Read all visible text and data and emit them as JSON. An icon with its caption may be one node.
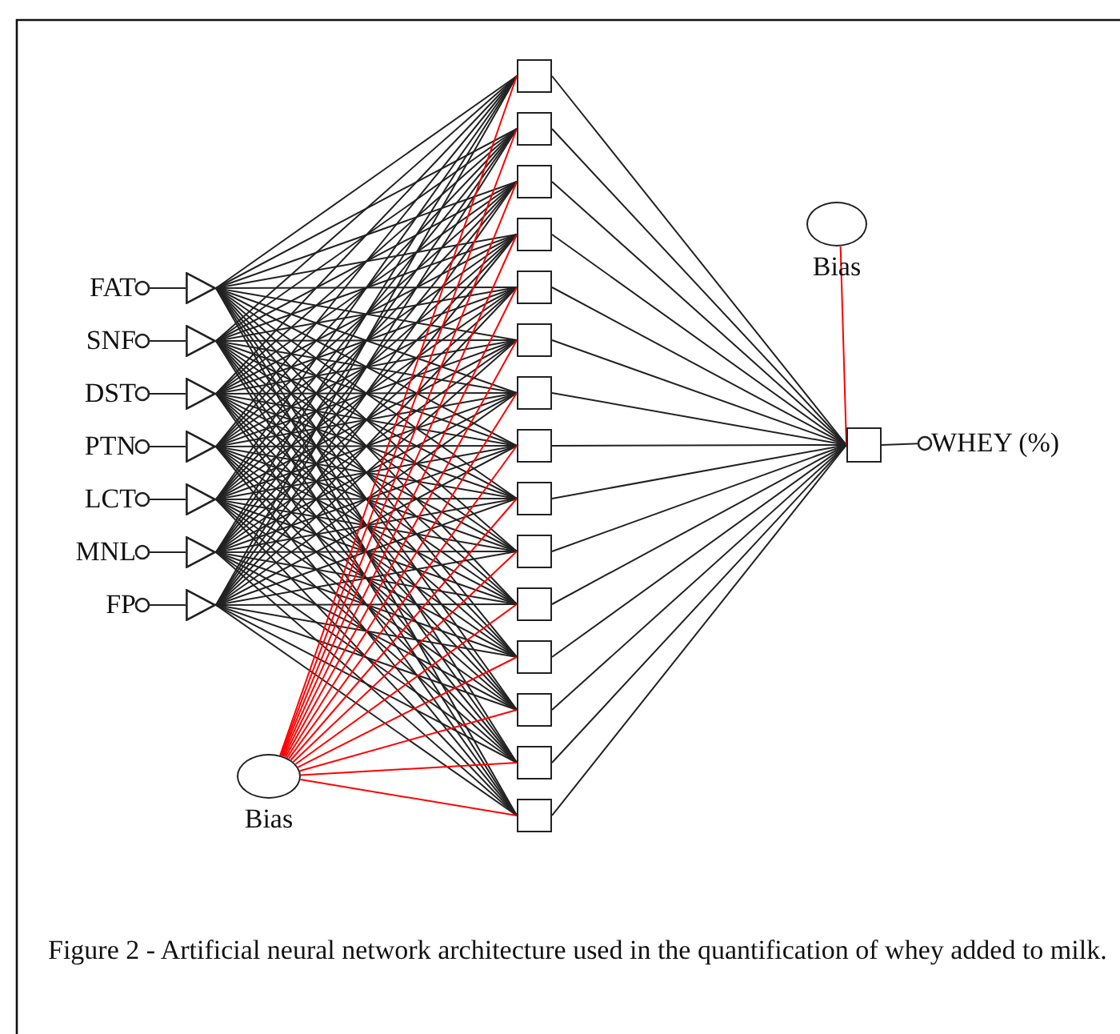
{
  "diagram": {
    "caption": "Figure 2 - Artificial neural network architecture used in the quantification of whey added to milk.",
    "nodes": [
      {
        "text": [
          "FAT"
        ]
      },
      {
        "text": [
          "SNF"
        ]
      },
      {
        "text": [
          "DST"
        ]
      },
      {
        "text": [
          "PTN"
        ]
      },
      {
        "text": [
          "LCT"
        ]
      },
      {
        "text": [
          "MNL"
        ]
      },
      {
        "text": [
          "FP"
        ]
      },
      {
        "text": [],
        "shape": "triangle"
      },
      {
        "text": [],
        "shape": "triangle"
      },
      {
        "text": [],
        "shape": "triangle"
      },
      {
        "text": [],
        "shape": "triangle"
      },
      {
        "text": [],
        "shape": "triangle"
      },
      {
        "text": [],
        "shape": "triangle"
      },
      {
        "text": [],
        "shape": "triangle"
      },
      {
        "text": [],
        "shape": "box"
      },
      {
        "text": [],
        "shape": "box"
      },
      {
        "text": [],
        "shape": "box"
      },
      {
        "text": [],
        "shape": "box"
      },
      {
        "text": [],
        "shape": "box"
      },
      {
        "text": [],
        "shape": "box"
      },
      {
        "text": [],
        "shape": "box"
      },
      {
        "text": [],
        "shape": "box"
      },
      {
        "text": [],
        "shape": "box"
      },
      {
        "text": [],
        "shape": "box"
      },
      {
        "text": [],
        "shape": "box"
      },
      {
        "text": [],
        "shape": "box"
      },
      {
        "text": [],
        "shape": "box"
      },
      {
        "text": [],
        "shape": "box"
      },
      {
        "text": [],
        "shape": "box"
      },
      {
        "text": [],
        "shape": "box"
      },
      {
        "text": [
          "WHEY (%)"
        ]
      },
      {
        "text": [],
        "shape": "circle",
        "beside": [
          "Bias"
        ]
      },
      {
        "text": [],
        "shape": "circle",
        "beside": [
          "Bias"
        ]
      }
    ],
    "edges": [
      {
        "from": 0,
        "to": 7,
        "arrow": "other"
      },
      {
        "from": 1,
        "to": 8,
        "arrow": "other"
      },
      {
        "from": 2,
        "to": 9,
        "arrow": "other"
      },
      {
        "from": 3,
        "to": 10,
        "arrow": "other"
      },
      {
        "from": 4,
        "to": 11,
        "arrow": "other"
      },
      {
        "from": 5,
        "to": 12,
        "arrow": "other"
      },
      {
        "from": 6,
        "to": 13,
        "arrow": "other"
      },
      {
        "from": 7,
        "to": 14,
        "arrow": "none"
      },
      {
        "from": 7,
        "to": 15,
        "arrow": "none"
      },
      {
        "from": 7,
        "to": 16,
        "arrow": "none"
      },
      {
        "from": 7,
        "to": 17,
        "arrow": "none"
      },
      {
        "from": 7,
        "to": 18,
        "arrow": "none"
      },
      {
        "from": 7,
        "to": 19,
        "arrow": "none"
      },
      {
        "from": 7,
        "to": 20,
        "arrow": "none"
      },
      {
        "from": 7,
        "to": 21,
        "arrow": "none"
      },
      {
        "from": 7,
        "to": 22,
        "arrow": "none"
      },
      {
        "from": 7,
        "to": 23,
        "arrow": "none"
      },
      {
        "from": 7,
        "to": 24,
        "arrow": "none"
      },
      {
        "from": 7,
        "to": 25,
        "arrow": "none"
      },
      {
        "from": 7,
        "to": 26,
        "arrow": "none"
      },
      {
        "from": 7,
        "to": 27,
        "arrow": "none"
      },
      {
        "from": 7,
        "to": 28,
        "arrow": "none"
      },
      {
        "from": 8,
        "to": 14,
        "arrow": "none"
      },
      {
        "from": 8,
        "to": 15,
        "arrow": "none"
      },
      {
        "from": 8,
        "to": 16,
        "arrow": "none"
      },
      {
        "from": 8,
        "to": 17,
        "arrow": "none"
      },
      {
        "from": 8,
        "to": 18,
        "arrow": "none"
      },
      {
        "from": 8,
        "to": 19,
        "arrow": "none"
      },
      {
        "from": 8,
        "to": 20,
        "arrow": "none"
      },
      {
        "from": 8,
        "to": 21,
        "arrow": "none"
      },
      {
        "from": 8,
        "to": 22,
        "arrow": "none"
      },
      {
        "from": 8,
        "to": 23,
        "arrow": "none"
      },
      {
        "from": 8,
        "to": 24,
        "arrow": "none"
      },
      {
        "from": 8,
        "to": 25,
        "arrow": "none"
      },
      {
        "from": 8,
        "to": 26,
        "arrow": "none"
      },
      {
        "from": 8,
        "to": 27,
        "arrow": "none"
      },
      {
        "from": 8,
        "to": 28,
        "arrow": "none"
      },
      {
        "from": 9,
        "to": 14,
        "arrow": "none"
      },
      {
        "from": 9,
        "to": 15,
        "arrow": "none"
      },
      {
        "from": 9,
        "to": 16,
        "arrow": "none"
      },
      {
        "from": 9,
        "to": 17,
        "arrow": "none"
      },
      {
        "from": 9,
        "to": 18,
        "arrow": "none"
      },
      {
        "from": 9,
        "to": 19,
        "arrow": "none"
      },
      {
        "from": 9,
        "to": 20,
        "arrow": "none"
      },
      {
        "from": 9,
        "to": 21,
        "arrow": "none"
      },
      {
        "from": 9,
        "to": 22,
        "arrow": "none"
      },
      {
        "from": 9,
        "to": 23,
        "arrow": "none"
      },
      {
        "from": 9,
        "to": 24,
        "arrow": "none"
      },
      {
        "from": 9,
        "to": 25,
        "arrow": "none"
      },
      {
        "from": 9,
        "to": 26,
        "arrow": "none"
      },
      {
        "from": 9,
        "to": 27,
        "arrow": "none"
      },
      {
        "from": 9,
        "to": 28,
        "arrow": "none"
      },
      {
        "from": 10,
        "to": 14,
        "arrow": "none"
      },
      {
        "from": 10,
        "to": 15,
        "arrow": "none"
      },
      {
        "from": 10,
        "to": 16,
        "arrow": "none"
      },
      {
        "from": 10,
        "to": 17,
        "arrow": "none"
      },
      {
        "from": 10,
        "to": 18,
        "arrow": "none"
      },
      {
        "from": 10,
        "to": 19,
        "arrow": "none"
      },
      {
        "from": 10,
        "to": 20,
        "arrow": "none"
      },
      {
        "from": 10,
        "to": 21,
        "arrow": "none"
      },
      {
        "from": 10,
        "to": 22,
        "arrow": "none"
      },
      {
        "from": 10,
        "to": 23,
        "arrow": "none"
      },
      {
        "from": 10,
        "to": 24,
        "arrow": "none"
      },
      {
        "from": 10,
        "to": 25,
        "arrow": "none"
      },
      {
        "from": 10,
        "to": 26,
        "arrow": "none"
      },
      {
        "from": 10,
        "to": 27,
        "arrow": "none"
      },
      {
        "from": 10,
        "to": 28,
        "arrow": "none"
      },
      {
        "from": 11,
        "to": 14,
        "arrow": "none"
      },
      {
        "from": 11,
        "to": 15,
        "arrow": "none"
      },
      {
        "from": 11,
        "to": 16,
        "arrow": "none"
      },
      {
        "from": 11,
        "to": 17,
        "arrow": "none"
      },
      {
        "from": 11,
        "to": 18,
        "arrow": "none"
      },
      {
        "from": 11,
        "to": 19,
        "arrow": "none"
      },
      {
        "from": 11,
        "to": 20,
        "arrow": "none"
      },
      {
        "from": 11,
        "to": 21,
        "arrow": "none"
      },
      {
        "from": 11,
        "to": 22,
        "arrow": "none"
      },
      {
        "from": 11,
        "to": 23,
        "arrow": "none"
      },
      {
        "from": 11,
        "to": 24,
        "arrow": "none"
      },
      {
        "from": 11,
        "to": 25,
        "arrow": "none"
      },
      {
        "from": 11,
        "to": 26,
        "arrow": "none"
      },
      {
        "from": 11,
        "to": 27,
        "arrow": "none"
      },
      {
        "from": 11,
        "to": 28,
        "arrow": "none"
      },
      {
        "from": 12,
        "to": 14,
        "arrow": "none"
      },
      {
        "from": 12,
        "to": 15,
        "arrow": "none"
      },
      {
        "from": 12,
        "to": 16,
        "arrow": "none"
      },
      {
        "from": 12,
        "to": 17,
        "arrow": "none"
      },
      {
        "from": 12,
        "to": 18,
        "arrow": "none"
      },
      {
        "from": 12,
        "to": 19,
        "arrow": "none"
      },
      {
        "from": 12,
        "to": 20,
        "arrow": "none"
      },
      {
        "from": 12,
        "to": 21,
        "arrow": "none"
      },
      {
        "from": 12,
        "to": 22,
        "arrow": "none"
      },
      {
        "from": 12,
        "to": 23,
        "arrow": "none"
      },
      {
        "from": 12,
        "to": 24,
        "arrow": "none"
      },
      {
        "from": 12,
        "to": 25,
        "arrow": "none"
      },
      {
        "from": 12,
        "to": 26,
        "arrow": "none"
      },
      {
        "from": 12,
        "to": 27,
        "arrow": "none"
      },
      {
        "from": 12,
        "to": 28,
        "arrow": "none"
      },
      {
        "from": 13,
        "to": 14,
        "arrow": "none"
      },
      {
        "from": 13,
        "to": 15,
        "arrow": "none"
      },
      {
        "from": 13,
        "to": 16,
        "arrow": "none"
      },
      {
        "from": 13,
        "to": 17,
        "arrow": "none"
      },
      {
        "from": 13,
        "to": 18,
        "arrow": "none"
      },
      {
        "from": 13,
        "to": 19,
        "arrow": "none"
      },
      {
        "from": 13,
        "to": 20,
        "arrow": "none"
      },
      {
        "from": 13,
        "to": 21,
        "arrow": "none"
      },
      {
        "from": 13,
        "to": 22,
        "arrow": "none"
      },
      {
        "from": 13,
        "to": 23,
        "arrow": "none"
      },
      {
        "from": 13,
        "to": 24,
        "arrow": "none"
      },
      {
        "from": 13,
        "to": 25,
        "arrow": "none"
      },
      {
        "from": 13,
        "to": 26,
        "arrow": "none"
      },
      {
        "from": 13,
        "to": 27,
        "arrow": "none"
      },
      {
        "from": 13,
        "to": 28,
        "arrow": "none"
      },
      {
        "from": 31,
        "to": 14,
        "arrow": "none",
        "color": "#ff0000"
      },
      {
        "from": 31,
        "to": 15,
        "arrow": "none",
        "color": "#ff0000"
      },
      {
        "from": 31,
        "to": 16,
        "arrow": "none",
        "color": "#ff0000"
      },
      {
        "from": 31,
        "to": 17,
        "arrow": "none",
        "color": "#ff0000"
      },
      {
        "from": 31,
        "to": 18,
        "arrow": "none",
        "color": "#ff0000"
      },
      {
        "from": 31,
        "to": 19,
        "arrow": "none",
        "color": "#ff0000"
      },
      {
        "from": 31,
        "to": 20,
        "arrow": "none",
        "color": "#ff0000"
      },
      {
        "from": 31,
        "to": 21,
        "arrow": "none",
        "color": "#ff0000"
      },
      {
        "from": 31,
        "to": 22,
        "arrow": "none",
        "color": "#ff0000"
      },
      {
        "from": 31,
        "to": 23,
        "arrow": "none",
        "color": "#ff0000"
      },
      {
        "from": 31,
        "to": 24,
        "arrow": "none",
        "color": "#ff0000"
      },
      {
        "from": 31,
        "to": 25,
        "arrow": "none",
        "color": "#ff0000"
      },
      {
        "from": 31,
        "to": 26,
        "arrow": "none",
        "color": "#ff0000"
      },
      {
        "from": 31,
        "to": 27,
        "arrow": "none",
        "color": "#ff0000"
      },
      {
        "from": 31,
        "to": 28,
        "arrow": "none",
        "color": "#ff0000"
      },
      {
        "from": 14,
        "to": 29,
        "arrow": "none"
      },
      {
        "from": 15,
        "to": 29,
        "arrow": "none"
      },
      {
        "from": 16,
        "to": 29,
        "arrow": "none"
      },
      {
        "from": 17,
        "to": 29,
        "arrow": "none"
      },
      {
        "from": 18,
        "to": 29,
        "arrow": "none"
      },
      {
        "from": 19,
        "to": 29,
        "arrow": "none"
      },
      {
        "from": 20,
        "to": 29,
        "arrow": "none"
      },
      {
        "from": 21,
        "to": 29,
        "arrow": "none"
      },
      {
        "from": 22,
        "to": 29,
        "arrow": "none"
      },
      {
        "from": 23,
        "to": 29,
        "arrow": "none"
      },
      {
        "from": 24,
        "to": 29,
        "arrow": "none"
      },
      {
        "from": 25,
        "to": 29,
        "arrow": "none"
      },
      {
        "from": 26,
        "to": 29,
        "arrow": "none"
      },
      {
        "from": 27,
        "to": 29,
        "arrow": "none"
      },
      {
        "from": 28,
        "to": 29,
        "arrow": "none"
      },
      {
        "from": 32,
        "to": 29,
        "arrow": "none",
        "color": "#ff0000"
      },
      {
        "from": 29,
        "to": 30,
        "arrow": "other"
      }
    ]
  }
}
